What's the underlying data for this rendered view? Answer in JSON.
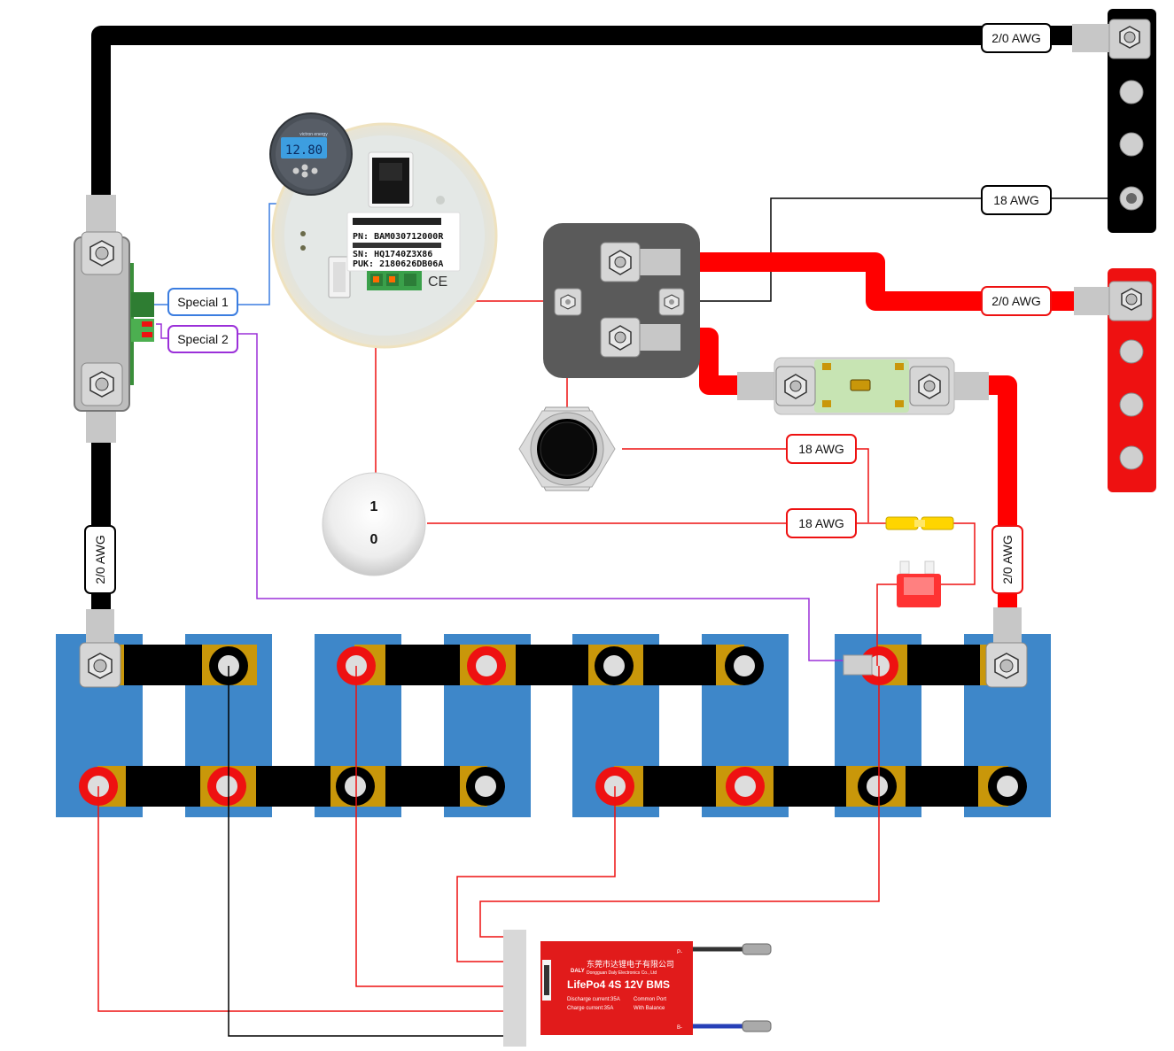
{
  "labels": {
    "awg_top": "2/0 AWG",
    "awg_18_top": "18 AWG",
    "awg_red": "2/0 AWG",
    "awg_18_mid": "18 AWG",
    "awg_18_low": "18 AWG",
    "awg_left_vertical": "2/0 AWG",
    "awg_right_vertical": "2/0 AWG",
    "special1": "Special 1",
    "special2": "Special 2"
  },
  "switch": {
    "on": "1",
    "off": "0"
  },
  "monitor": {
    "pn": "PN: BAM030712000R",
    "sn": "SN: HQ1740Z3X86",
    "puk": "PUK: 2180626DB06A",
    "ce": "CE",
    "display": "12.80",
    "brand": "victron energy"
  },
  "bms": {
    "company_cn": "东莞市达锂电子有限公司",
    "company_en": "Dongguan Daly Electronics Co., Ltd",
    "title": "LifePo4 4S 12V BMS",
    "discharge": "Discharge current:35A",
    "charge": "Charge current:35A",
    "common_port": "Common Port",
    "balance": "With Balance",
    "p_minus": "P-",
    "b_minus": "B-",
    "logo": "DALY"
  },
  "colors": {
    "positive": "#ff0000",
    "negative": "#000000",
    "battery": "#3e87c9",
    "strap": "#c9970a",
    "special1_wire": "#3b7de0",
    "special2_wire": "#9b30d9"
  }
}
